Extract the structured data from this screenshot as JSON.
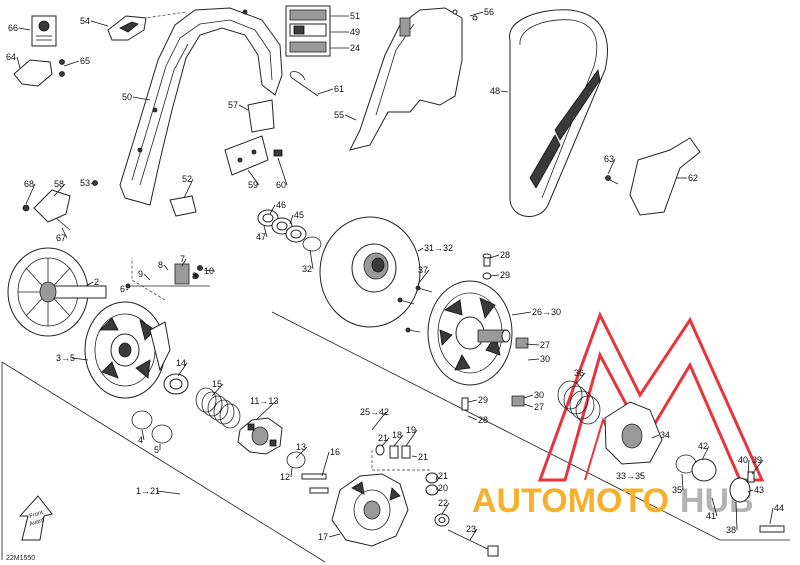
{
  "diagram_code": "22M1550",
  "front_label": [
    "Front",
    "Avant"
  ],
  "watermark": {
    "text_orange": "AUTOMOTO",
    "text_grey": "HUB",
    "color_orange": "#f5b12a",
    "color_grey": "#b3b3b3",
    "color_red": "#e8343a"
  },
  "callouts": [
    {
      "id": "c66",
      "label": "66"
    },
    {
      "id": "c54",
      "label": "54"
    },
    {
      "id": "c64",
      "label": "64"
    },
    {
      "id": "c65",
      "label": "65"
    },
    {
      "id": "c50",
      "label": "50"
    },
    {
      "id": "c51",
      "label": "51"
    },
    {
      "id": "c49",
      "label": "49"
    },
    {
      "id": "c24",
      "label": "24"
    },
    {
      "id": "c61",
      "label": "61"
    },
    {
      "id": "c57",
      "label": "57"
    },
    {
      "id": "c59",
      "label": "59"
    },
    {
      "id": "c60",
      "label": "60"
    },
    {
      "id": "c52",
      "label": "52"
    },
    {
      "id": "c53",
      "label": "53"
    },
    {
      "id": "c68",
      "label": "68"
    },
    {
      "id": "c58",
      "label": "58"
    },
    {
      "id": "c67",
      "label": "67"
    },
    {
      "id": "c56",
      "label": "56"
    },
    {
      "id": "c55",
      "label": "55"
    },
    {
      "id": "c48",
      "label": "48"
    },
    {
      "id": "c63",
      "label": "63"
    },
    {
      "id": "c62",
      "label": "62"
    },
    {
      "id": "c46",
      "label": "46"
    },
    {
      "id": "c45",
      "label": "45"
    },
    {
      "id": "c47",
      "label": "47"
    },
    {
      "id": "c32",
      "label": "32"
    },
    {
      "id": "c31",
      "label": "31→32"
    },
    {
      "id": "c28a",
      "label": "28"
    },
    {
      "id": "c29a",
      "label": "29"
    },
    {
      "id": "c37",
      "label": "37"
    },
    {
      "id": "c26",
      "label": "26→30"
    },
    {
      "id": "c27a",
      "label": "27"
    },
    {
      "id": "c30a",
      "label": "30"
    },
    {
      "id": "c30b",
      "label": "30"
    },
    {
      "id": "c27b",
      "label": "27"
    },
    {
      "id": "c29b",
      "label": "29"
    },
    {
      "id": "c28b",
      "label": "28"
    },
    {
      "id": "c2",
      "label": "2"
    },
    {
      "id": "c9",
      "label": "9"
    },
    {
      "id": "c8a",
      "label": "8"
    },
    {
      "id": "c8b",
      "label": "8"
    },
    {
      "id": "c7",
      "label": "7"
    },
    {
      "id": "c10",
      "label": "10"
    },
    {
      "id": "c6",
      "label": "6"
    },
    {
      "id": "c3",
      "label": "3→5"
    },
    {
      "id": "c14",
      "label": "14"
    },
    {
      "id": "c15",
      "label": "15"
    },
    {
      "id": "c11",
      "label": "11→13"
    },
    {
      "id": "c4",
      "label": "4"
    },
    {
      "id": "c5",
      "label": "5"
    },
    {
      "id": "c25",
      "label": "25→42"
    },
    {
      "id": "c21a",
      "label": "21"
    },
    {
      "id": "c18",
      "label": "18"
    },
    {
      "id": "c19",
      "label": "19"
    },
    {
      "id": "c21b",
      "label": "21"
    },
    {
      "id": "c13",
      "label": "13"
    },
    {
      "id": "c12",
      "label": "12"
    },
    {
      "id": "c16",
      "label": "16"
    },
    {
      "id": "c21c",
      "label": "21"
    },
    {
      "id": "c20",
      "label": "20"
    },
    {
      "id": "c22",
      "label": "22"
    },
    {
      "id": "c23",
      "label": "23"
    },
    {
      "id": "c17",
      "label": "17"
    },
    {
      "id": "c1",
      "label": "1→21"
    },
    {
      "id": "c36",
      "label": "36"
    },
    {
      "id": "c34",
      "label": "34"
    },
    {
      "id": "c42",
      "label": "42"
    },
    {
      "id": "c40",
      "label": "40"
    },
    {
      "id": "c39",
      "label": "39"
    },
    {
      "id": "c33",
      "label": "33→35"
    },
    {
      "id": "c35",
      "label": "35"
    },
    {
      "id": "c43",
      "label": "43"
    },
    {
      "id": "c41",
      "label": "41"
    },
    {
      "id": "c44",
      "label": "44"
    },
    {
      "id": "c38",
      "label": "38"
    }
  ]
}
